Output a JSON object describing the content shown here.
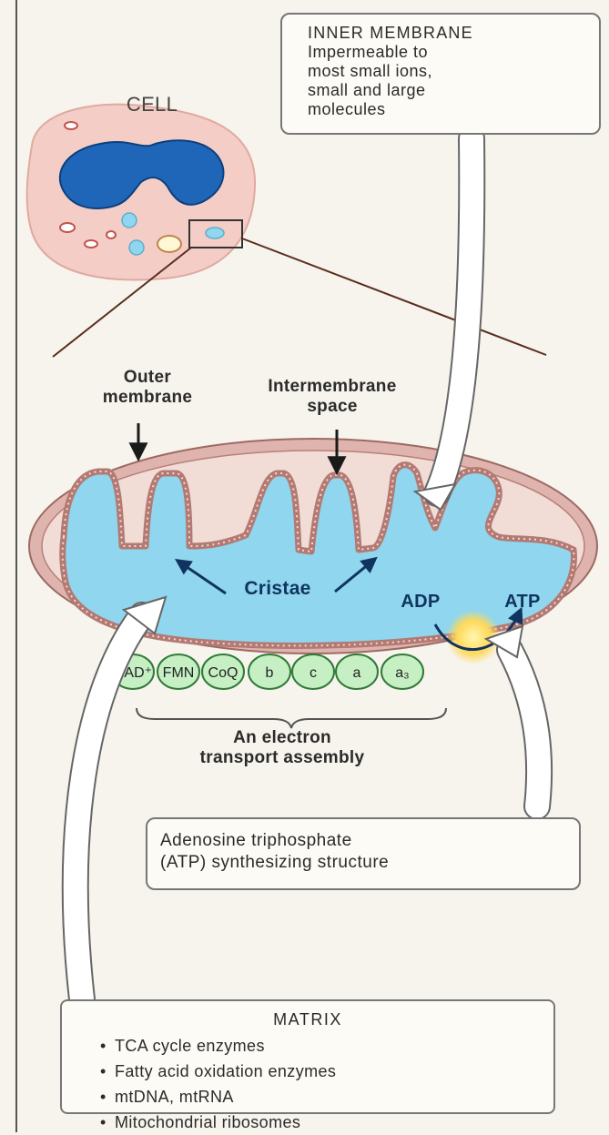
{
  "cell_label": "CELL",
  "inner_membrane": {
    "title": "INNER MEMBRANE",
    "lines": [
      "Impermeable to",
      "most small ions,",
      "small and large",
      "molecules"
    ]
  },
  "outer_membrane_label": [
    "Outer",
    "membrane"
  ],
  "intermembrane_label": [
    "Intermembrane",
    "space"
  ],
  "cristae_label": "Cristae",
  "adp_label": "ADP",
  "atp_label": "ATP",
  "chain": [
    "NAD⁺",
    "FMN",
    "CoQ",
    "b",
    "c",
    "a",
    "a₃"
  ],
  "electron_transport_label": [
    "An electron",
    "transport assembly"
  ],
  "atp_synth": {
    "lines": [
      "Adenosine triphosphate",
      "(ATP) synthesizing structure"
    ]
  },
  "matrix": {
    "title": "MATRIX",
    "items": [
      "TCA cycle enzymes",
      "Fatty acid oxidation enzymes",
      "mtDNA, mtRNA",
      "Mitochondrial ribosomes"
    ]
  },
  "colors": {
    "matrix_fill": "#8fd6ee",
    "membrane": "#d8a6a2",
    "cell_fill": "#f3cdc6",
    "nucleus": "#1f66b8",
    "chain_fill": "#c7efc4"
  }
}
